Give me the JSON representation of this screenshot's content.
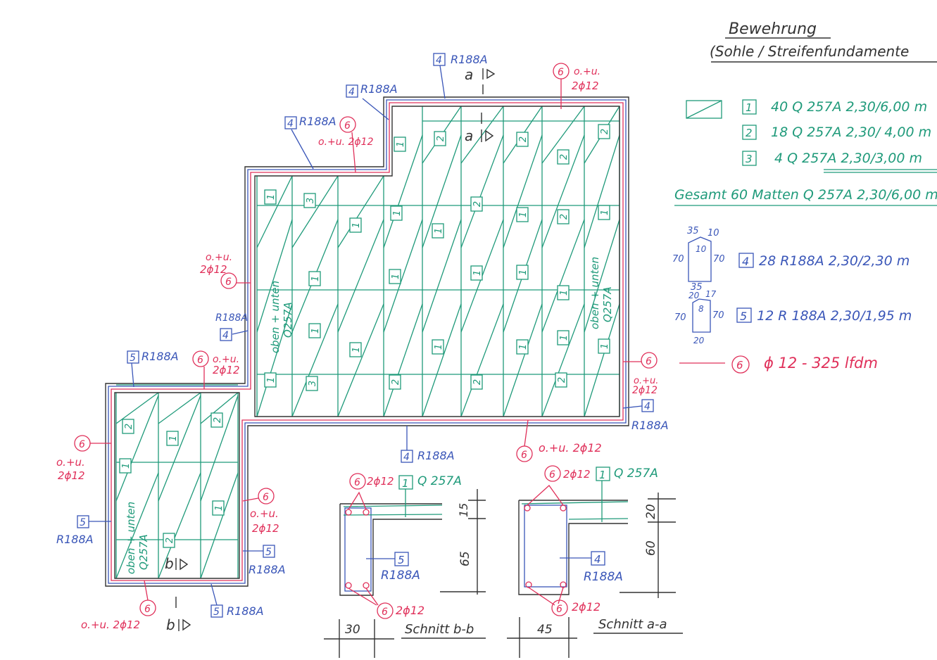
{
  "legend": {
    "title": "Bewehrung",
    "subtitle": "(Sohle / Streifenfundamente",
    "mats": [
      {
        "pos": "1",
        "text": "40  Q 257A   2,30/6,00 m"
      },
      {
        "pos": "2",
        "text": "18  Q 257A   2,30/ 4,00 m"
      },
      {
        "pos": "3",
        "text": "4  Q 257A   2,30/3,00 m"
      }
    ],
    "total": "Gesamt  60 Matten Q 257A 2,30/6,00 m",
    "stirrups": [
      {
        "pos": "4",
        "text": "28  R188A   2,30/2,30 m",
        "dims": [
          "35",
          "10",
          "70",
          "10",
          "70",
          "35"
        ]
      },
      {
        "pos": "5",
        "text": "12  R 188A   2,30/1,95 m",
        "dims": [
          "20",
          "17",
          "70",
          "8",
          "70",
          "20"
        ]
      }
    ],
    "bar": {
      "pos": "6",
      "text": "ϕ 12  - 325 lfdm"
    }
  },
  "plan": {
    "mat_labels": [
      "1",
      "3",
      "1",
      "1",
      "1",
      "3",
      "1",
      "1",
      "1",
      "1",
      "2",
      "1",
      "2",
      "1",
      "1",
      "2",
      "1",
      "2",
      "2",
      "1",
      "1",
      "1",
      "2",
      "2",
      "1",
      "2",
      "2",
      "1",
      "1",
      "1",
      "2",
      "1",
      "2",
      "1",
      "2",
      "1"
    ],
    "oben_unten": "oben + unten",
    "q257a": "Q257A",
    "r188a": "R188A",
    "ou_2phi12": "o.+u. 2ϕ12",
    "ou_short": "o.+u.",
    "two_phi12": "2ϕ12",
    "pos4": "4",
    "pos5": "5",
    "pos6": "6",
    "section_a": "a",
    "section_b": "b"
  },
  "sections": [
    {
      "title": "Schnitt b-b",
      "bar_top": "2ϕ12",
      "bar_bottom": "2ϕ12",
      "mat_pos": "1",
      "mat": "Q 257A",
      "stirrup_pos": "5",
      "stirrup": "R188A",
      "width": "30",
      "dim_top": "15",
      "dim_bottom": "65"
    },
    {
      "title": "Schnitt a-a",
      "bar_top": "2ϕ12",
      "bar_bottom": "2ϕ12",
      "mat_pos": "1",
      "mat": "Q 257A",
      "stirrup_pos": "4",
      "stirrup": "R188A",
      "width": "45",
      "dim_top": "20",
      "dim_bottom": "60"
    }
  ],
  "colors": {
    "mesh": "#1f9a7a",
    "stirrup": "#3a56b8",
    "bar": "#e0305a",
    "outline": "#333333"
  }
}
